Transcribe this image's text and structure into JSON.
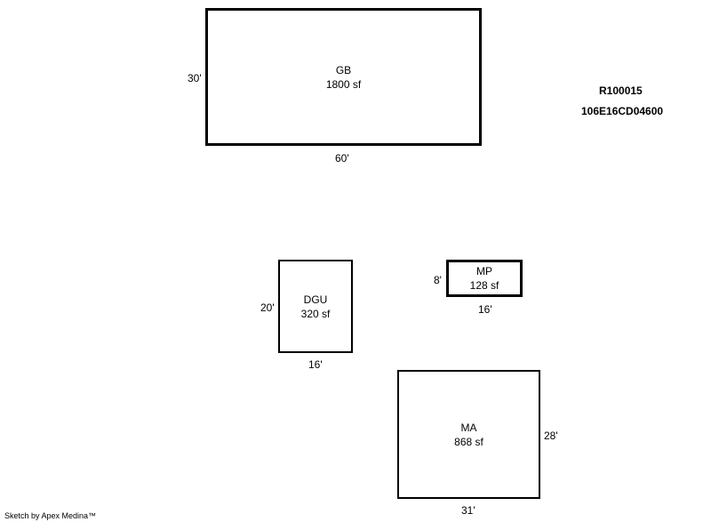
{
  "identifiers": {
    "record_number": "R100015",
    "parcel_id": "106E16CD04600"
  },
  "areas": [
    {
      "code": "GB",
      "area": "1800 sf",
      "width_label": "60'",
      "depth_label": "30'"
    },
    {
      "code": "DGU",
      "area": "320 sf",
      "width_label": "16'",
      "depth_label": "20'"
    },
    {
      "code": "MP",
      "area": "128 sf",
      "width_label": "16'",
      "depth_label": "8'"
    },
    {
      "code": "MA",
      "area": "868 sf",
      "width_label": "31'",
      "depth_label": "28'"
    }
  ],
  "footer": {
    "credit": "Sketch by Apex Medina™"
  },
  "colors": {
    "line": "#000000",
    "background": "#ffffff"
  }
}
